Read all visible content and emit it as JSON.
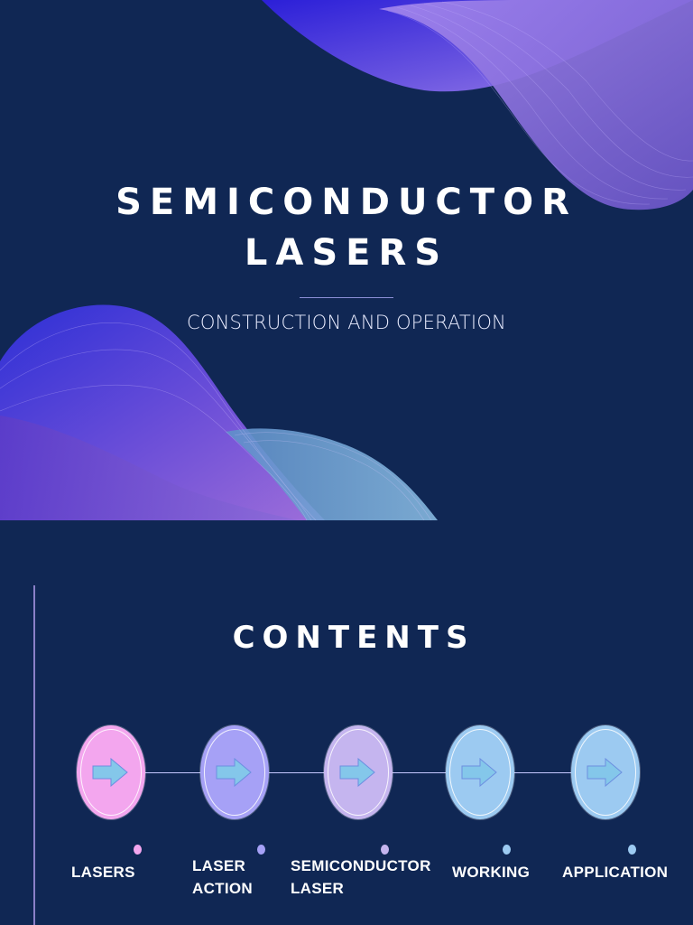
{
  "slide1": {
    "title_line1": "SEMICONDUCTOR",
    "title_line2": "LASERS",
    "subtitle": "CONSTRUCTION AND OPERATION"
  },
  "slide2": {
    "heading": "CONTENTS",
    "items": [
      {
        "label_line1": "LASERS",
        "label_line2": "",
        "node_color": "#f3a6ee",
        "dot_color": "#f3a6ee",
        "icon": "right-arrow-icon"
      },
      {
        "label_line1": "LASER",
        "label_line2": "ACTION",
        "node_color": "#a6a1f6",
        "dot_color": "#a6a1f6",
        "icon": "right-arrow-icon"
      },
      {
        "label_line1": "SEMICONDUCTOR",
        "label_line2": "LASER",
        "node_color": "#c5b5ef",
        "dot_color": "#c5b5ef",
        "icon": "right-arrow-icon"
      },
      {
        "label_line1": "WORKING",
        "label_line2": "",
        "node_color": "#9ccaf1",
        "dot_color": "#9ccaf1",
        "icon": "right-arrow-icon"
      },
      {
        "label_line1": "APPLICATION",
        "label_line2": "",
        "node_color": "#9ccaf1",
        "dot_color": "#9ccaf1",
        "icon": "right-arrow-icon"
      }
    ]
  },
  "colors": {
    "background": "#102754",
    "accent_purple": "#8f6be0",
    "accent_blue": "#7fb3e0"
  }
}
